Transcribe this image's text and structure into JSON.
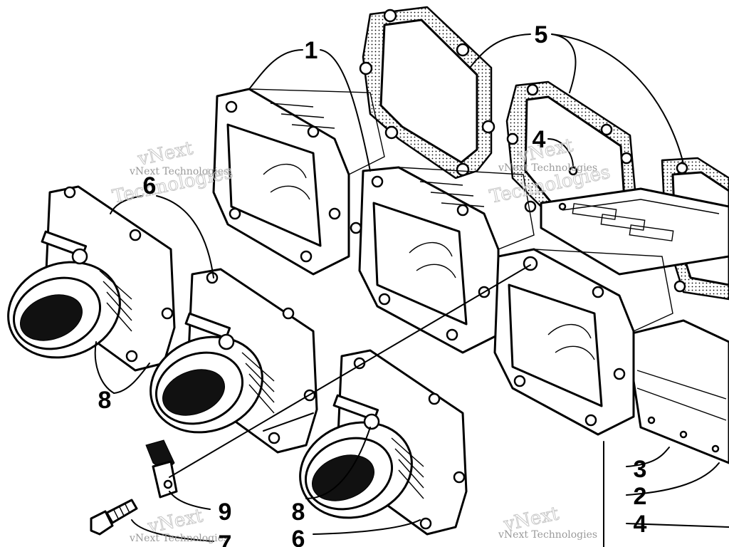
{
  "callouts": [
    {
      "id": "1",
      "text": "1"
    },
    {
      "id": "2",
      "text": "2"
    },
    {
      "id": "3",
      "text": "3"
    },
    {
      "id": "4a",
      "text": "4"
    },
    {
      "id": "4b",
      "text": "4"
    },
    {
      "id": "5",
      "text": "5"
    },
    {
      "id": "6a",
      "text": "6"
    },
    {
      "id": "6b",
      "text": "6"
    },
    {
      "id": "7",
      "text": "7"
    },
    {
      "id": "8a",
      "text": "8"
    },
    {
      "id": "8b",
      "text": "8"
    },
    {
      "id": "9",
      "text": "9"
    }
  ],
  "watermark": {
    "brand": "vNext Technologies",
    "brand_line1": "vNext",
    "brand_line2": "Technologies"
  }
}
